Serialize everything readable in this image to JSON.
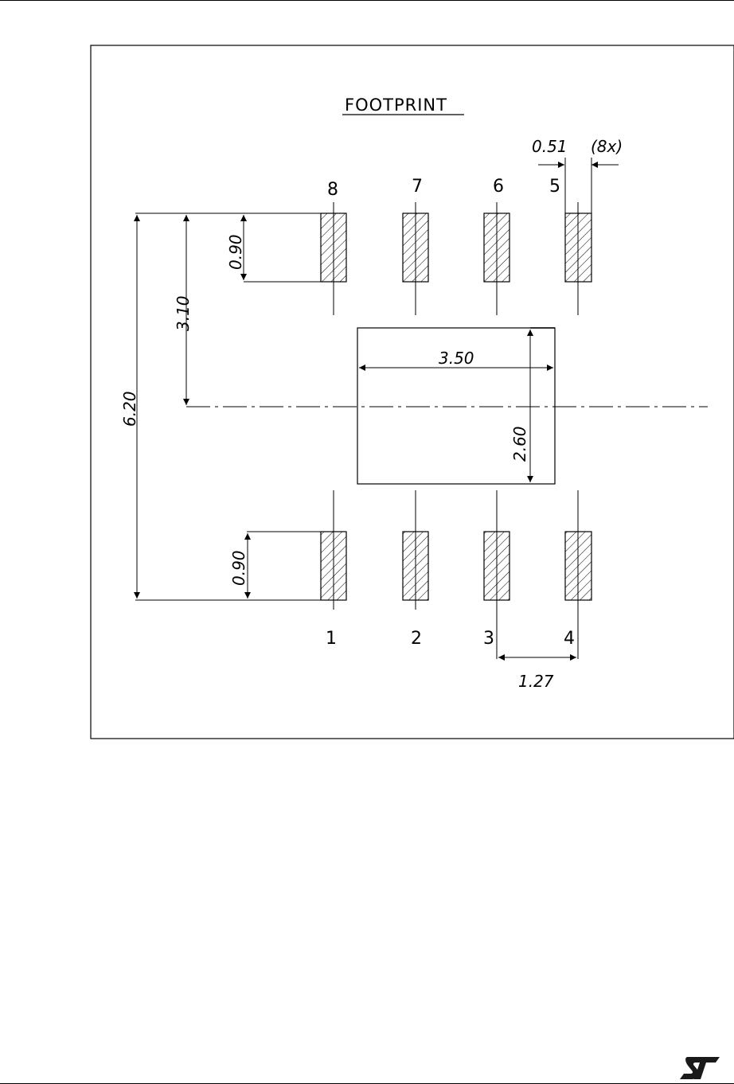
{
  "diagram": {
    "title": "FOOTPRINT",
    "pad_width_label": "0.51",
    "pad_count_label": "(8x)",
    "pin_numbers_top": [
      "8",
      "7",
      "6",
      "5"
    ],
    "pin_numbers_bottom": [
      "1",
      "2",
      "3",
      "4"
    ],
    "dim_pad_height_top": "0.90",
    "dim_pad_height_bottom": "0.90",
    "dim_half_span": "3.10",
    "dim_total_span": "6.20",
    "dim_body_width": "3.50",
    "dim_body_height": "2.60",
    "dim_pitch": "1.27"
  },
  "footer": {
    "logo_icon": "st-logo-icon",
    "logo_color": "#1a1a1a"
  }
}
